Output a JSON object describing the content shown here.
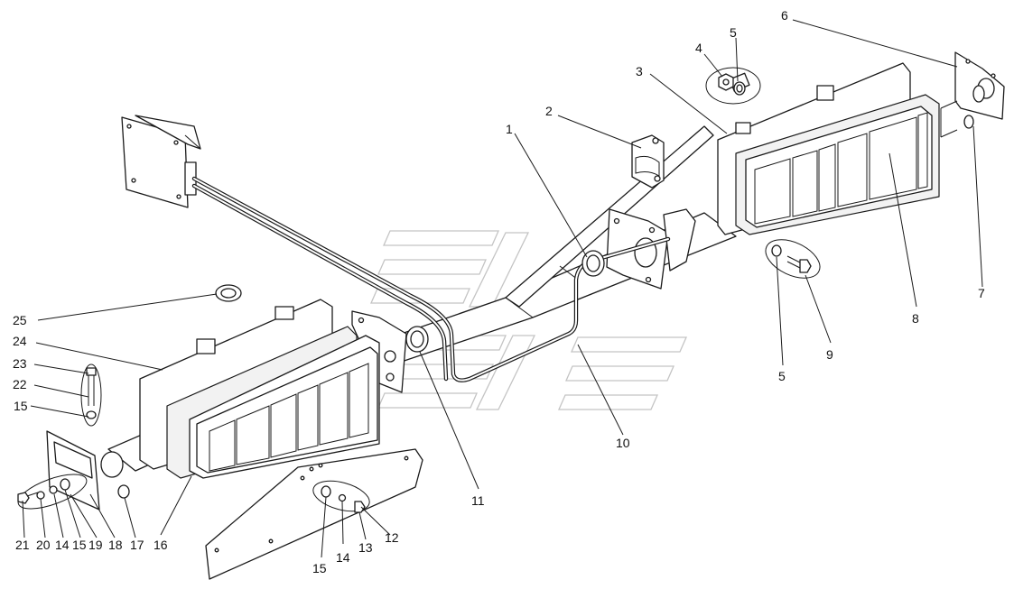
{
  "callouts": [
    {
      "id": "c1",
      "text": "1"
    },
    {
      "id": "c2",
      "text": "2"
    },
    {
      "id": "c3",
      "text": "3"
    },
    {
      "id": "c4",
      "text": "4"
    },
    {
      "id": "c5a",
      "text": "5"
    },
    {
      "id": "c6",
      "text": "6"
    },
    {
      "id": "c7",
      "text": "7"
    },
    {
      "id": "c8",
      "text": "8"
    },
    {
      "id": "c9",
      "text": "9"
    },
    {
      "id": "c5b",
      "text": "5"
    },
    {
      "id": "c10",
      "text": "10"
    },
    {
      "id": "c11",
      "text": "11"
    },
    {
      "id": "c12",
      "text": "12"
    },
    {
      "id": "c13",
      "text": "13"
    },
    {
      "id": "c14b",
      "text": "14"
    },
    {
      "id": "c15c",
      "text": "15"
    },
    {
      "id": "c16",
      "text": "16"
    },
    {
      "id": "c17",
      "text": "17"
    },
    {
      "id": "c18",
      "text": "18"
    },
    {
      "id": "c19",
      "text": "19"
    },
    {
      "id": "c15b",
      "text": "15"
    },
    {
      "id": "c14a",
      "text": "14"
    },
    {
      "id": "c20",
      "text": "20"
    },
    {
      "id": "c21",
      "text": "21"
    },
    {
      "id": "c15a",
      "text": "15"
    },
    {
      "id": "c22",
      "text": "22"
    },
    {
      "id": "c23",
      "text": "23"
    },
    {
      "id": "c24",
      "text": "24"
    },
    {
      "id": "c25",
      "text": "25"
    }
  ]
}
